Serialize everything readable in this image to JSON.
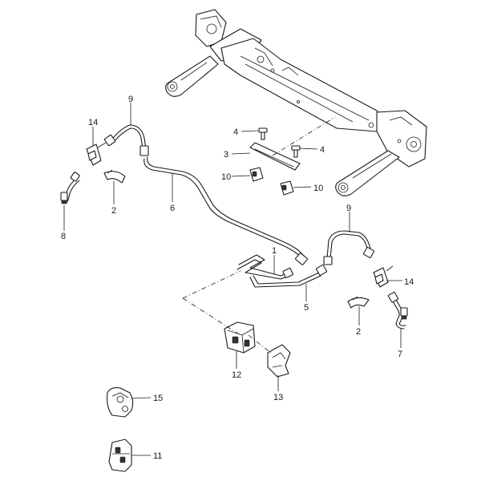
{
  "diagram": {
    "labels": {
      "p1": "1",
      "p2a": "2",
      "p2b": "2",
      "p3": "3",
      "p4a": "4",
      "p4b": "4",
      "p5": "5",
      "p6": "6",
      "p7": "7",
      "p8": "8",
      "p9a": "9",
      "p9b": "9",
      "p10a": "10",
      "p10b": "10",
      "p11": "11",
      "p12": "12",
      "p13": "13",
      "p14a": "14",
      "p14b": "14",
      "p15": "15"
    }
  }
}
